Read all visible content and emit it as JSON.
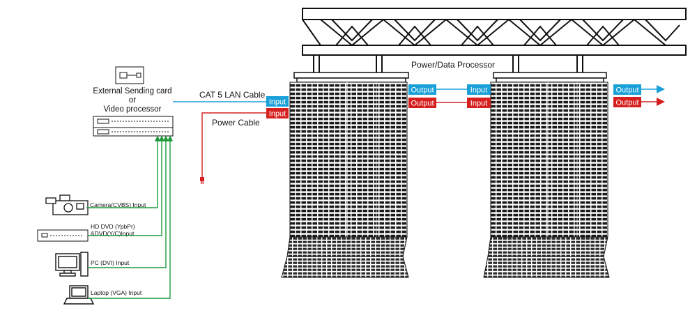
{
  "colors": {
    "data_line": "#1aa0d8",
    "power_line": "#d62020",
    "input_line": "#1f9a3a",
    "ink": "#111111"
  },
  "labels": {
    "sender_line1": "External Sending card",
    "sender_line2": "or",
    "sender_line3": "Video processor",
    "lan_cable": "CAT 5 LAN Cable",
    "power_cable": "Power Cable",
    "processor": "Power/Data Processor"
  },
  "tags": {
    "input": "Input",
    "output": "Output"
  },
  "sources": {
    "camera": "Camera(CVBS) Input",
    "hddvd_line1": "HD DVD (YpbPr)",
    "hddvd_line2": "&DVD(Y/C)Input",
    "pc": "PC (DVI) Input",
    "laptop": "Laptop (VGA) Input"
  },
  "icons": [
    "usb-sender-icon",
    "video-processor-icon",
    "camera-icon",
    "dvd-player-icon",
    "pc-monitor-icon",
    "laptop-icon",
    "truss-icon",
    "led-curtain-icon",
    "power-plug-icon",
    "arrow-right-icon"
  ]
}
